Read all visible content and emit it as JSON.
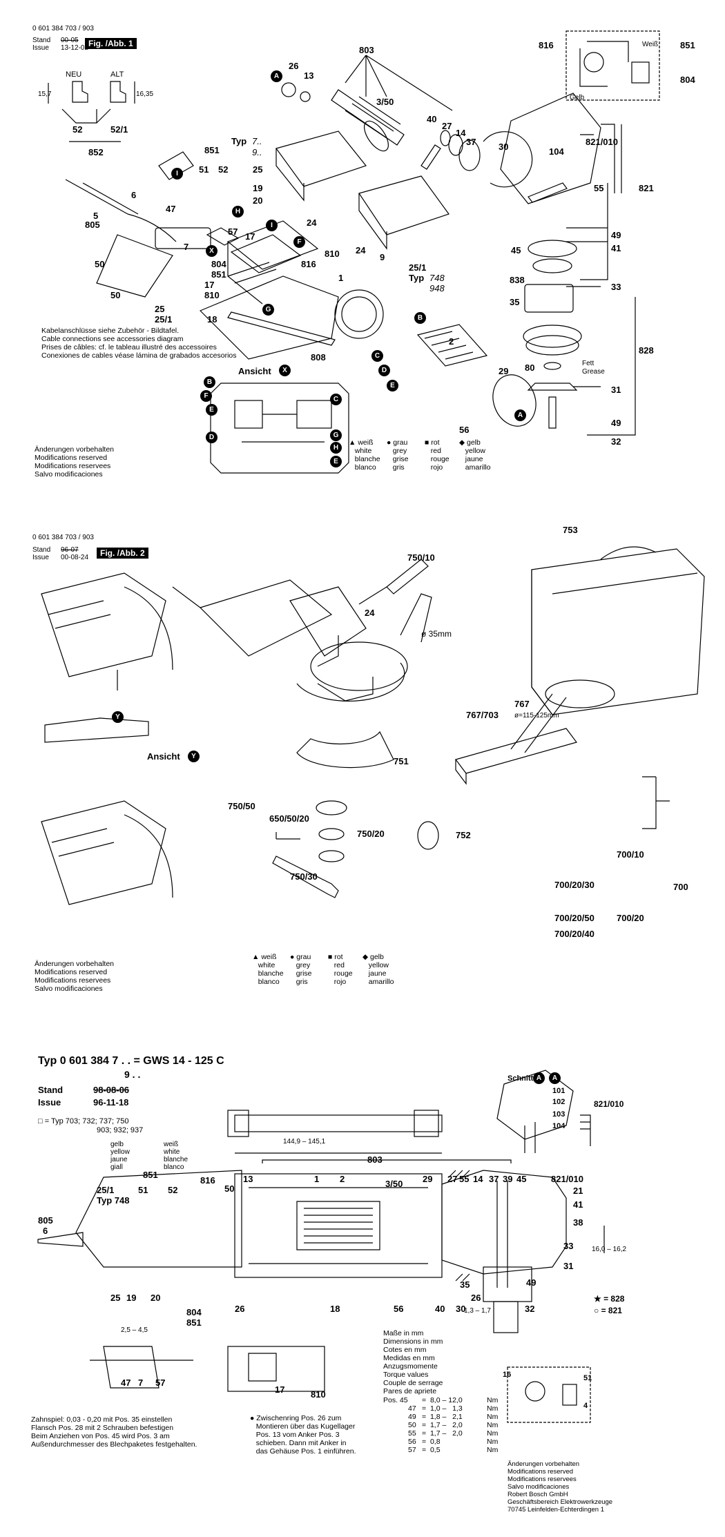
{
  "fig1": {
    "doc_number": "0 601 384 703 / 903",
    "stand_label": "Stand",
    "issue_label": "Issue",
    "stand_value": "00-05",
    "issue_value": "13-12-02",
    "fig_badge": "Fig. /Abb. 1",
    "plug_new": "NEU",
    "plug_old": "ALT",
    "dim_15_7": "15,7",
    "dim_16_35": "16,35",
    "ansicht": "Ansicht",
    "typ_label": "Typ",
    "typ_7": "7..",
    "typ_9": "9..",
    "typ_748": "748",
    "typ_948": "948",
    "typ_251": "25/1",
    "typ_word": "Typ",
    "cable_notes": [
      "Kabelanschlüsse siehe Zubehör - Bildtafel.",
      "Cable connections see accessories diagram",
      "Prises de câbles: cf. le tableau illustré des accessoires",
      "Conexiones de cables véase lámina de grabados accesorios"
    ],
    "fett": "Fett",
    "grease": "Grease",
    "weiss": "Weiß",
    "gelb": "Gelb",
    "parts": {
      "p803": "803",
      "p26": "26",
      "p13": "13",
      "p350": "3/50",
      "p40": "40",
      "p27": "27",
      "p14": "14",
      "p37": "37",
      "p30": "30",
      "p821010": "821/010",
      "p104": "104",
      "p55": "55",
      "p821": "821",
      "p816": "816",
      "p851": "851",
      "p804": "804",
      "p49a": "49",
      "p41": "41",
      "p45": "45",
      "p838": "838",
      "p33": "33",
      "p35": "35",
      "p828": "828",
      "p80": "80",
      "p31": "31",
      "p49b": "49",
      "p32": "32",
      "p29": "29",
      "p56": "56",
      "p2": "2",
      "p1": "1",
      "p808": "808",
      "p9": "9",
      "p24": "24",
      "p810a": "810",
      "p816b": "816",
      "p810b": "810",
      "p17a": "17",
      "p17b": "17",
      "p18": "18",
      "p47": "47",
      "p57": "57",
      "p7": "7",
      "p804b": "804",
      "p851b": "851",
      "p50": "50",
      "p25": "25",
      "p251": "25/1",
      "p6": "6",
      "p5": "5",
      "p805": "805",
      "p851c": "851",
      "p51": "51",
      "p52": "52",
      "p25b": "25",
      "p19": "19",
      "p20": "20",
      "p52b": "52",
      "p521": "52/1",
      "p852": "852"
    },
    "circles": [
      "A",
      "B",
      "C",
      "D",
      "E",
      "F",
      "G",
      "H",
      "I",
      "X"
    ]
  },
  "legend": {
    "triangle": [
      "weiß",
      "white",
      "blanche",
      "blanco"
    ],
    "dot": [
      "grau",
      "grey",
      "grise",
      "gris"
    ],
    "square": [
      "rot",
      "red",
      "rouge",
      "rojo"
    ],
    "diamond": [
      "gelb",
      "yellow",
      "jaune",
      "amarillo"
    ]
  },
  "modifications": [
    "Änderungen vorbehalten",
    "Modifications reserved",
    "Modifications reservees",
    "Salvo modificaciones"
  ],
  "fig2": {
    "doc_number": "0 601 384 703 / 903",
    "stand_value": "96-07",
    "issue_value": "00-08-24",
    "fig_badge": "Fig. /Abb. 2",
    "ansicht": "Ansicht",
    "parts": {
      "p75010": "750/10",
      "p753": "753",
      "p24": "24",
      "p35mm": "ø 35mm",
      "p767": "767",
      "p767703": "767/703",
      "p767range": "ø=115-125mm",
      "p751": "751",
      "p75050": "750/50",
      "p6505020": "650/50/20",
      "p75020": "750/20",
      "p752": "752",
      "p75030": "750/30",
      "p70010": "700/10",
      "p7002030": "700/20/30",
      "p700": "700",
      "p7002050": "700/20/50",
      "p70020": "700/20",
      "p7002040": "700/20/40"
    }
  },
  "fig3": {
    "title_prefix": "Typ 0 601 384",
    "title_suffix": "7 . . = GWS 14 - 125 C",
    "title_9": "9 . .",
    "stand_label": "Stand",
    "stand_value": "98-08-06",
    "issue_label": "Issue",
    "issue_value": "96-11-18",
    "typ_note": "□ = Typ  703; 732; 737; 750",
    "typ_note2": "903; 932; 937",
    "schnitt": "Schnitt",
    "dim_1449": "144,9 – 145,1",
    "dim_13": "1,3 – 1,7",
    "dim_25": "2,5 – 4,5",
    "dim_16": "16,0 – 16,2",
    "colors_gelb": [
      "gelb",
      "yellow",
      "jaune",
      "giall"
    ],
    "colors_weiss": [
      "weiß",
      "white",
      "blanche",
      "blanco"
    ],
    "star_828": "★ = 828",
    "circ_821": "○ = 821",
    "parts": {
      "p803": "803",
      "p13": "13",
      "p1": "1",
      "p2": "2",
      "p350": "3/50",
      "p29": "29",
      "p27": "27",
      "p55": "55",
      "p14": "14",
      "p37": "37",
      "p39": "39",
      "p45": "45",
      "p821010": "821/010",
      "p21": "21",
      "p41": "41",
      "p38": "38",
      "p33": "33",
      "p31": "31",
      "p49": "49",
      "p32": "32",
      "p30": "30",
      "p40": "40",
      "p35": "35",
      "p26": "26",
      "p56": "56",
      "p18": "18",
      "p26b": "26",
      "p804": "804",
      "p851": "851",
      "p25": "25",
      "p19": "19",
      "p20": "20",
      "p805": "805",
      "p6": "6",
      "p816": "816",
      "p50": "50",
      "p51": "51",
      "p52": "52",
      "p851b": "851",
      "p251": "25/1",
      "p748": "Typ 748",
      "p47": "47",
      "p7": "7",
      "p57": "57",
      "p17": "17",
      "p810": "810",
      "p101": "101",
      "p102": "102",
      "p103": "103",
      "p104": "104",
      "p821010b": "821/010",
      "p16": "16",
      "p51b": "51",
      "p4": "4"
    },
    "notes_left": [
      "Zahnspiel: 0,03 - 0,20 mit Pos. 35 einstellen",
      "Flansch Pos. 28 mit 2 Schrauben befestigen",
      "Beim Anziehen von Pos. 45 wird Pos. 3 am",
      "Außendurchmesser des Blechpaketes festgehalten."
    ],
    "notes_mid": [
      "Zwischenring Pos. 26 zum",
      "Montieren über das Kugellager",
      "Pos. 13 vom Anker Pos. 3",
      "schieben. Dann mit Anker in",
      "das Gehäuse Pos. 1 einführen."
    ],
    "units": [
      "Maße in mm",
      "Dimensions in mm",
      "Cotes en mm",
      "Medidas en mm"
    ],
    "torque": [
      "Anzugsmomente",
      "Torque values",
      "Couple de serrage",
      "Pares de apriete"
    ],
    "torque_rows": [
      {
        "pos": "Pos.  45",
        "val": "=  8,0 – 12,0",
        "unit": "Nm"
      },
      {
        "pos": "47",
        "val": "=  1,0 –   1,3",
        "unit": "Nm"
      },
      {
        "pos": "49",
        "val": "=  1,8 –   2,1",
        "unit": "Nm"
      },
      {
        "pos": "50",
        "val": "=  1,7 –   2,0",
        "unit": "Nm"
      },
      {
        "pos": "55",
        "val": "=  1,7 –   2,0",
        "unit": "Nm"
      },
      {
        "pos": "56",
        "val": "=  0,8",
        "unit": "Nm"
      },
      {
        "pos": "57",
        "val": "=  0,5",
        "unit": "Nm"
      }
    ],
    "company": [
      "Änderungen vorbehalten",
      "Modifications reserved",
      "Modifications reservees",
      "Salvo modificaciones",
      "Robert Bosch GmbH",
      "Geschäftsbereich Elektrowerkzeuge",
      "70745 Leinfelden-Echterdingen 1"
    ]
  }
}
